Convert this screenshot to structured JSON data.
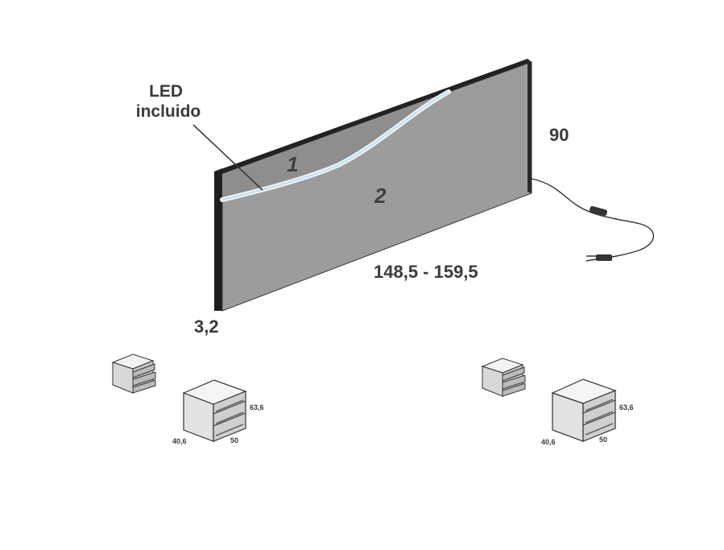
{
  "headboard": {
    "led_label": "LED\nincluido",
    "height": "90",
    "width": "148,5 - 159,5",
    "depth": "3,2",
    "zone_1": "1",
    "zone_2": "2"
  },
  "nightstands": [
    {
      "height": "63,6",
      "depth": "40,6",
      "width": "50"
    },
    {
      "height": "63,6",
      "depth": "40,6",
      "width": "50"
    }
  ],
  "colors": {
    "panel": "#9a9a9a",
    "panel_edge": "#2e2e2e",
    "led": "#dfeef8",
    "text": "#3a3a3a"
  }
}
